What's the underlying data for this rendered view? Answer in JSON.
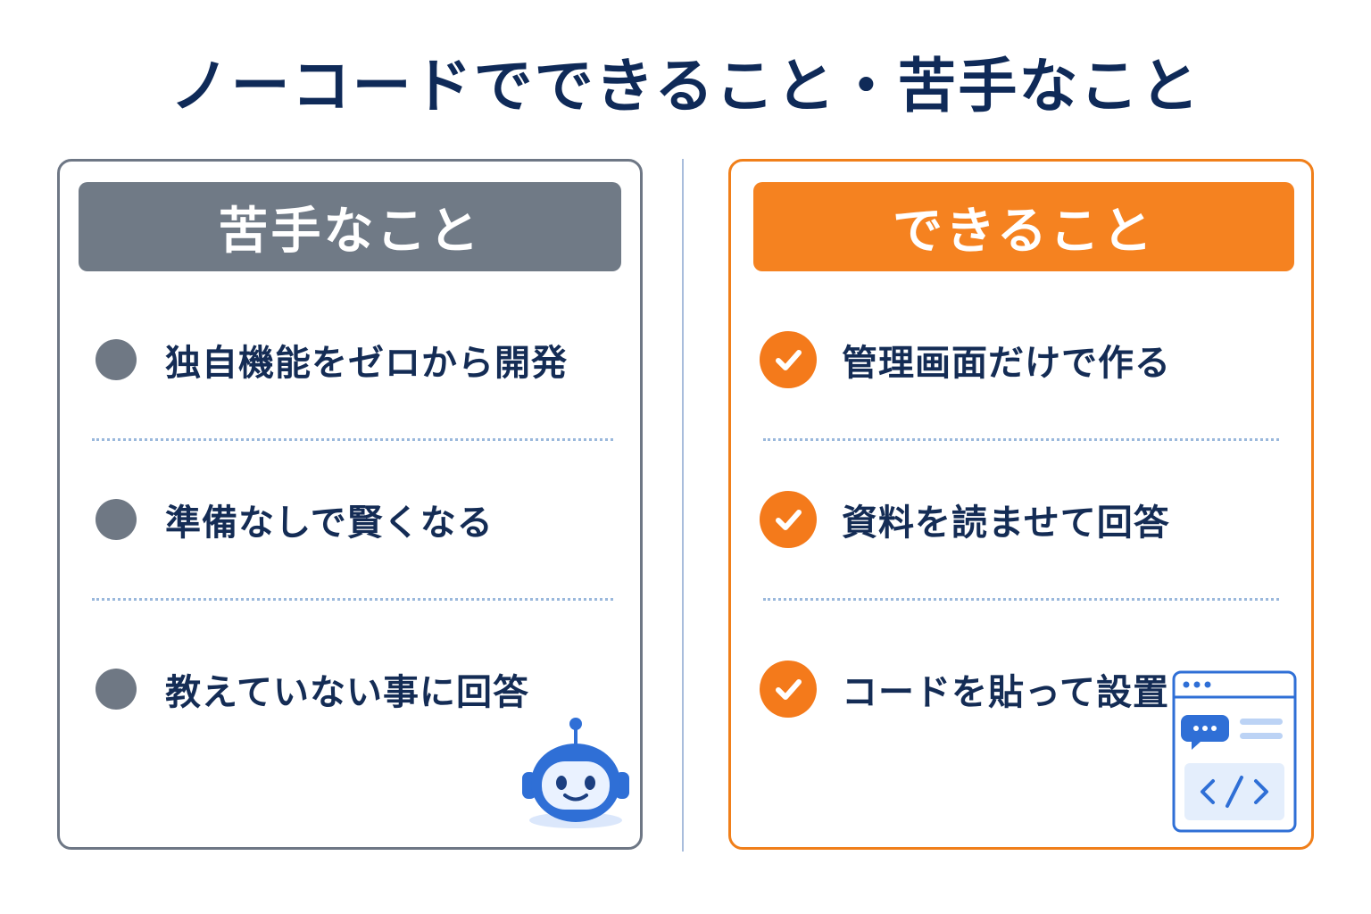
{
  "title": "ノーコードでできること・苦手なこと",
  "left_panel": {
    "heading": "苦手なこと",
    "items": [
      "独自機能をゼロから開発",
      "準備なしで賢くなる",
      "教えていない事に回答"
    ]
  },
  "right_panel": {
    "heading": "できること",
    "items": [
      "管理画面だけで作る",
      "資料を読ませて回答",
      "コードを貼って設置"
    ]
  },
  "colors": {
    "title": "#0f2a58",
    "left_accent": "#707a86",
    "right_accent": "#f58220",
    "divider": "#a9bddc",
    "icon_blue": "#2f6fd6"
  },
  "icons": {
    "left_bullet": "circle-bullet-icon",
    "right_bullet": "checkmark-circle-icon",
    "left_mascot": "robot-mascot-icon",
    "right_illustration": "code-embed-window-icon"
  }
}
